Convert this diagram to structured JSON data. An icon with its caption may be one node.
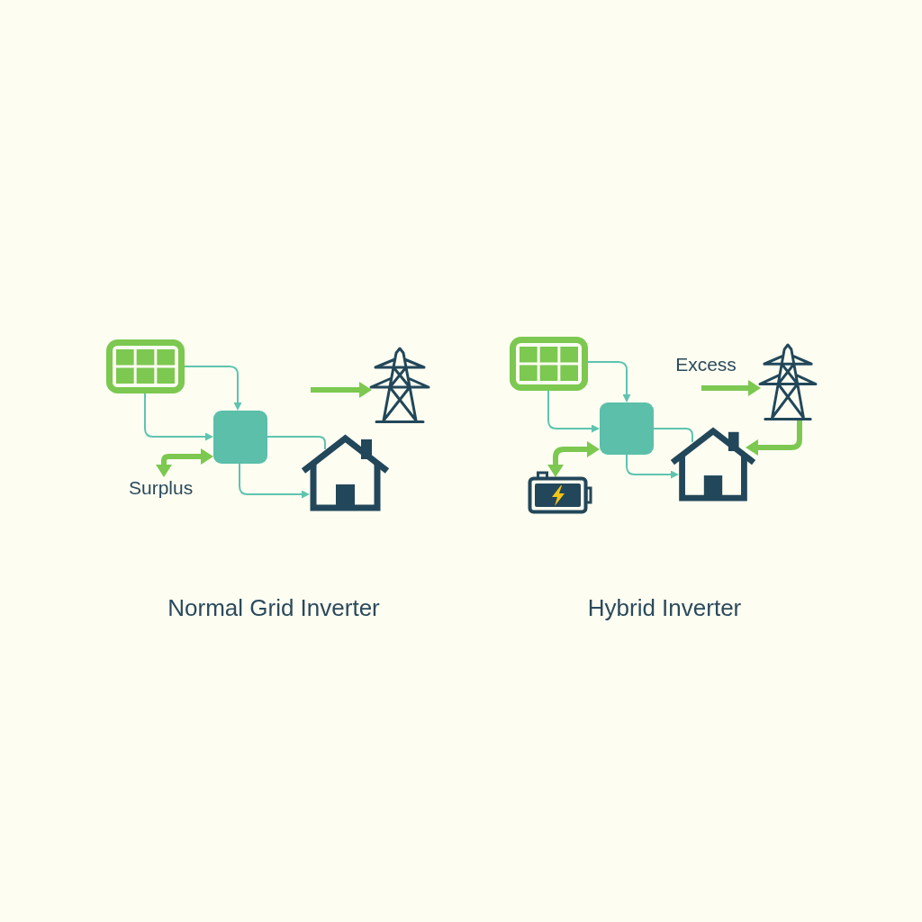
{
  "diagram": {
    "nodes": [
      {
        "text": [],
        "shape": "picture"
      },
      {
        "text": [],
        "shape": "picture"
      },
      {
        "text": [],
        "shape": "box"
      },
      {
        "text": [],
        "shape": "picture"
      },
      {
        "text": [
          "Surplus"
        ]
      },
      {
        "text": [],
        "shape": "picture"
      },
      {
        "text": [],
        "shape": "picture"
      },
      {
        "text": [],
        "shape": "box"
      },
      {
        "text": [],
        "shape": "picture"
      },
      {
        "text": [],
        "shape": "picture"
      }
    ],
    "edges": [
      {
        "from": 0,
        "to": 2,
        "arrow": "to"
      },
      {
        "from": 0,
        "to": 2,
        "arrow": "to"
      },
      {
        "from": 2,
        "to": 3,
        "arrow": "none"
      },
      {
        "from": 2,
        "to": 3,
        "arrow": "to"
      },
      {
        "from": 4,
        "to": 2,
        "arrow": "both",
        "style": "thick",
        "color": "#7cc850"
      },
      {
        "from": null,
        "to": 1,
        "arrow": "to",
        "style": "thick",
        "color": "#7cc850"
      },
      {
        "from": 5,
        "to": 7,
        "arrow": "to"
      },
      {
        "from": 5,
        "to": 7,
        "arrow": "to"
      },
      {
        "from": 7,
        "to": 8,
        "arrow": "none"
      },
      {
        "from": 7,
        "to": 8,
        "arrow": "to"
      },
      {
        "from": 9,
        "to": 7,
        "arrow": "both",
        "style": "thick",
        "color": "#7cc850"
      },
      {
        "from": null,
        "to": 6,
        "arrow": "to",
        "label": "Excess",
        "style": "thick",
        "color": "#7cc850"
      },
      {
        "from": 6,
        "to": 8,
        "arrow": "to",
        "style": "thick",
        "color": "#7cc850"
      }
    ],
    "labels": [
      "Normal Grid Inverter",
      "Hybrid Inverter"
    ]
  }
}
